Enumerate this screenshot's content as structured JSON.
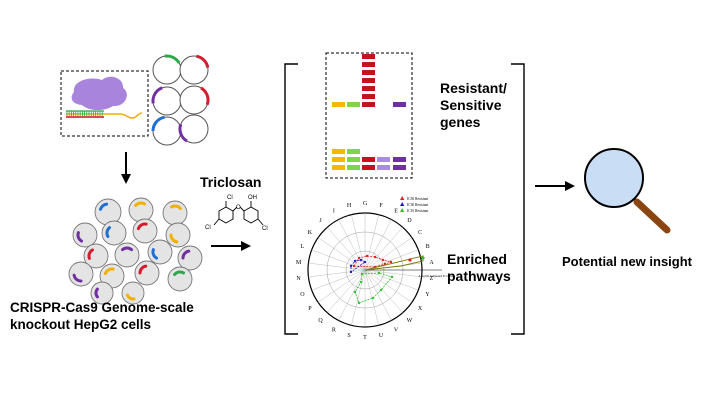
{
  "labels": {
    "cells": "CRISPR-Cas9 Genome-scale knockout HepG2 cells",
    "compound": "Triclosan",
    "genes": "Resistant/ Sensitive genes",
    "pathways": "Enriched pathways",
    "insight": "Potential new insight"
  },
  "molecule_labels": {
    "cl_top": "Cl",
    "cl_left": "Cl",
    "cl_right": "Cl",
    "oh": "OH",
    "o": "O"
  },
  "radar": {
    "letters": [
      "A",
      "B",
      "C",
      "D",
      "E",
      "F",
      "G",
      "H",
      "I",
      "J",
      "K",
      "L",
      "M",
      "N",
      "O",
      "P",
      "Q",
      "R",
      "S",
      "T",
      "U",
      "V",
      "W",
      "X",
      "Y",
      "Z"
    ],
    "axis_label": "-Log10(Adjusted P-value)",
    "legend": [
      {
        "name": "IC50 Resistant",
        "color": "#e02020",
        "marker": "triangle"
      },
      {
        "name": "IC30 Resistant",
        "color": "#2020c0",
        "marker": "triangle"
      },
      {
        "name": "IC10 Resistant",
        "color": "#30c030",
        "marker": "triangle"
      }
    ]
  },
  "bar_colors": {
    "yellow": "#f5b800",
    "green": "#7fd34f",
    "red": "#c8101e",
    "lavender": "#a98be0",
    "purple": "#6f2f9f"
  },
  "plasmid_colors": [
    "#2ca84a",
    "#d01e2e",
    "#7030a0",
    "#1f6fd0",
    "#f0b000"
  ]
}
